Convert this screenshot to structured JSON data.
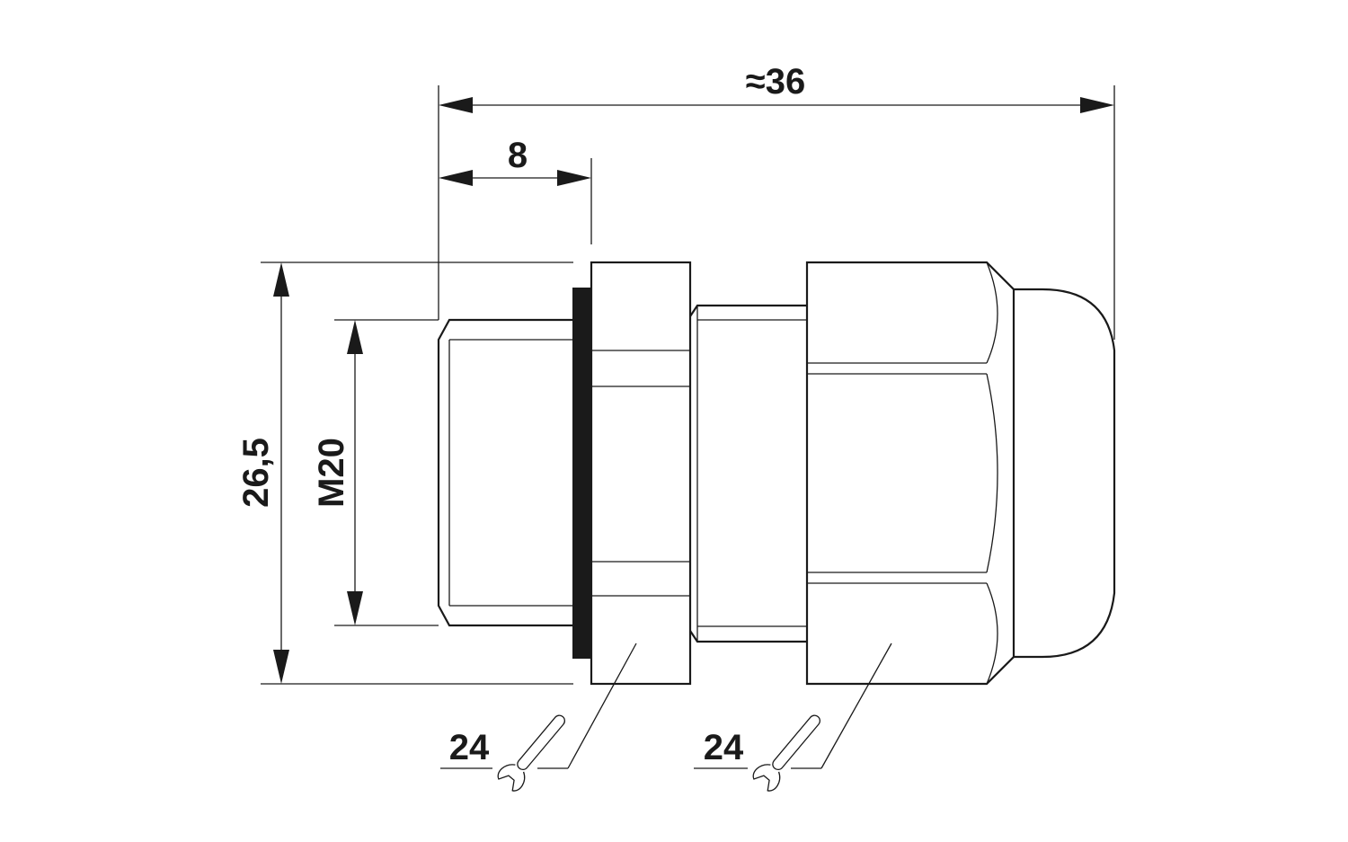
{
  "dimensions": {
    "overall_length": "≈36",
    "thread_length": "8",
    "nut_height": "26,5",
    "thread_size": "M20"
  },
  "wrench_labels": {
    "left": "24",
    "right": "24"
  },
  "colors": {
    "line": "#1a1a1a",
    "background": "#ffffff"
  }
}
